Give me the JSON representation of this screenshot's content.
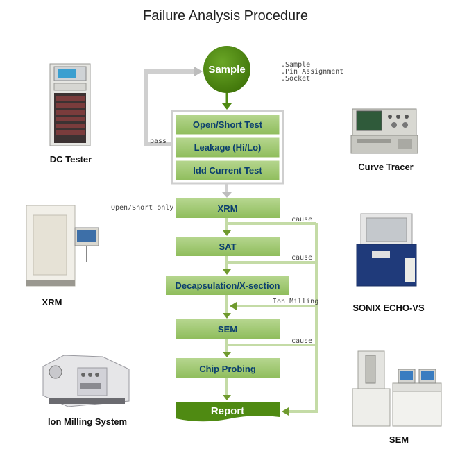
{
  "title": "Failure Analysis Procedure",
  "sample": {
    "label": "Sample",
    "notes": [
      ".Sample",
      ".Pin Assignment",
      ".Socket"
    ]
  },
  "tests": [
    "Open/Short Test",
    "Leakage (Hi/Lo)",
    "Idd Current Test"
  ],
  "pass_label": "pass",
  "steps": [
    "XRM",
    "SAT",
    "Decapsulation/X-section",
    "SEM",
    "Chip Probing"
  ],
  "report_label": "Report",
  "annotations": {
    "open_short_only": "Open/Short only",
    "cause": "cause",
    "ion_milling": "Ion Milling"
  },
  "equipment": {
    "dc_tester": "DC Tester",
    "curve_tracer": "Curve Tracer",
    "xrm": "XRM",
    "sonix": "SONIX ECHO-VS",
    "ion_milling": "Ion Milling System",
    "sem": "SEM"
  },
  "colors": {
    "step_fill": "#9cc76c",
    "sample_fill": "#4f8a12",
    "report_fill": "#4f8a12",
    "connector": "#c4dba6",
    "arrow": "#6f9a2e",
    "text_blue": "#0b3f6e"
  }
}
